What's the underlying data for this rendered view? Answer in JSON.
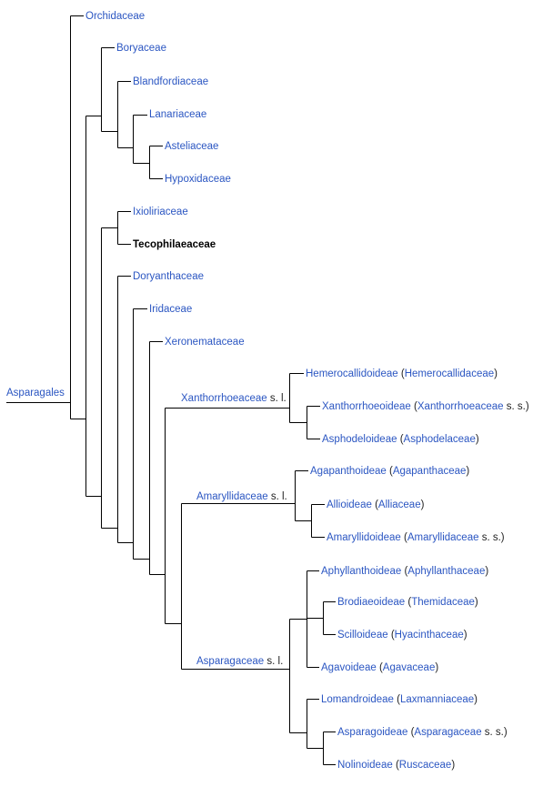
{
  "colors": {
    "taxon_link": "#2b56c2",
    "highlight": "#000000",
    "plain_text": "#222222",
    "lines": "#000000"
  },
  "tree": {
    "root": "Asparagales",
    "taxa": [
      {
        "id": "orchidaceae",
        "name": "Orchidaceae"
      },
      {
        "id": "boryaceae",
        "name": "Boryaceae"
      },
      {
        "id": "blandfordiaceae",
        "name": "Blandfordiaceae"
      },
      {
        "id": "lanariaceae",
        "name": "Lanariaceae"
      },
      {
        "id": "asteliaceae",
        "name": "Asteliaceae"
      },
      {
        "id": "hypoxidaceae",
        "name": "Hypoxidaceae"
      },
      {
        "id": "ixioliriaceae",
        "name": "Ixioliriaceae"
      },
      {
        "id": "tecophilaeaceae",
        "name": "Tecophilaeaceae",
        "highlighted": true
      },
      {
        "id": "doryanthaceae",
        "name": "Doryanthaceae"
      },
      {
        "id": "iridaceae",
        "name": "Iridaceae"
      },
      {
        "id": "xeronemataceae",
        "name": "Xeronemataceae"
      },
      {
        "id": "xanthorrhoeaceae",
        "name": "Xanthorrhoeaceae",
        "suffix": "s. l."
      },
      {
        "id": "hemerocallidoideae",
        "name": "Hemerocallidoideae",
        "alt_name": "Hemerocallidaceae"
      },
      {
        "id": "xanthorrhoeoideae",
        "name": "Xanthorrhoeoideae",
        "alt_name": "Xanthorrhoeaceae",
        "alt_suffix": "s. s."
      },
      {
        "id": "asphodeloideae",
        "name": "Asphodeloideae",
        "alt_name": "Asphodelaceae"
      },
      {
        "id": "amaryllidaceae",
        "name": "Amaryllidaceae",
        "suffix": "s. l."
      },
      {
        "id": "agapanthoideae",
        "name": "Agapanthoideae",
        "alt_name": "Agapanthaceae"
      },
      {
        "id": "allioideae",
        "name": "Allioideae",
        "alt_name": "Alliaceae"
      },
      {
        "id": "amaryllidoideae",
        "name": "Amaryllidoideae",
        "alt_name": "Amaryllidaceae",
        "alt_suffix": "s. s."
      },
      {
        "id": "asparagaceae",
        "name": "Asparagaceae",
        "suffix": "s. l."
      },
      {
        "id": "aphyllanthoideae",
        "name": "Aphyllanthoideae",
        "alt_name": "Aphyllanthaceae"
      },
      {
        "id": "brodiaeoideae",
        "name": "Brodiaeoideae",
        "alt_name": "Themidaceae"
      },
      {
        "id": "scilloideae",
        "name": "Scilloideae",
        "alt_name": "Hyacinthaceae"
      },
      {
        "id": "agavoideae",
        "name": "Agavoideae",
        "alt_name": "Agavaceae"
      },
      {
        "id": "lomandroideae",
        "name": "Lomandroideae",
        "alt_name": "Laxmanniaceae"
      },
      {
        "id": "asparagoideae",
        "name": "Asparagoideae",
        "alt_name": "Asparagaceae",
        "alt_suffix": "s. s."
      },
      {
        "id": "nolinoideae",
        "name": "Nolinoideae",
        "alt_name": "Ruscaceae"
      }
    ]
  }
}
